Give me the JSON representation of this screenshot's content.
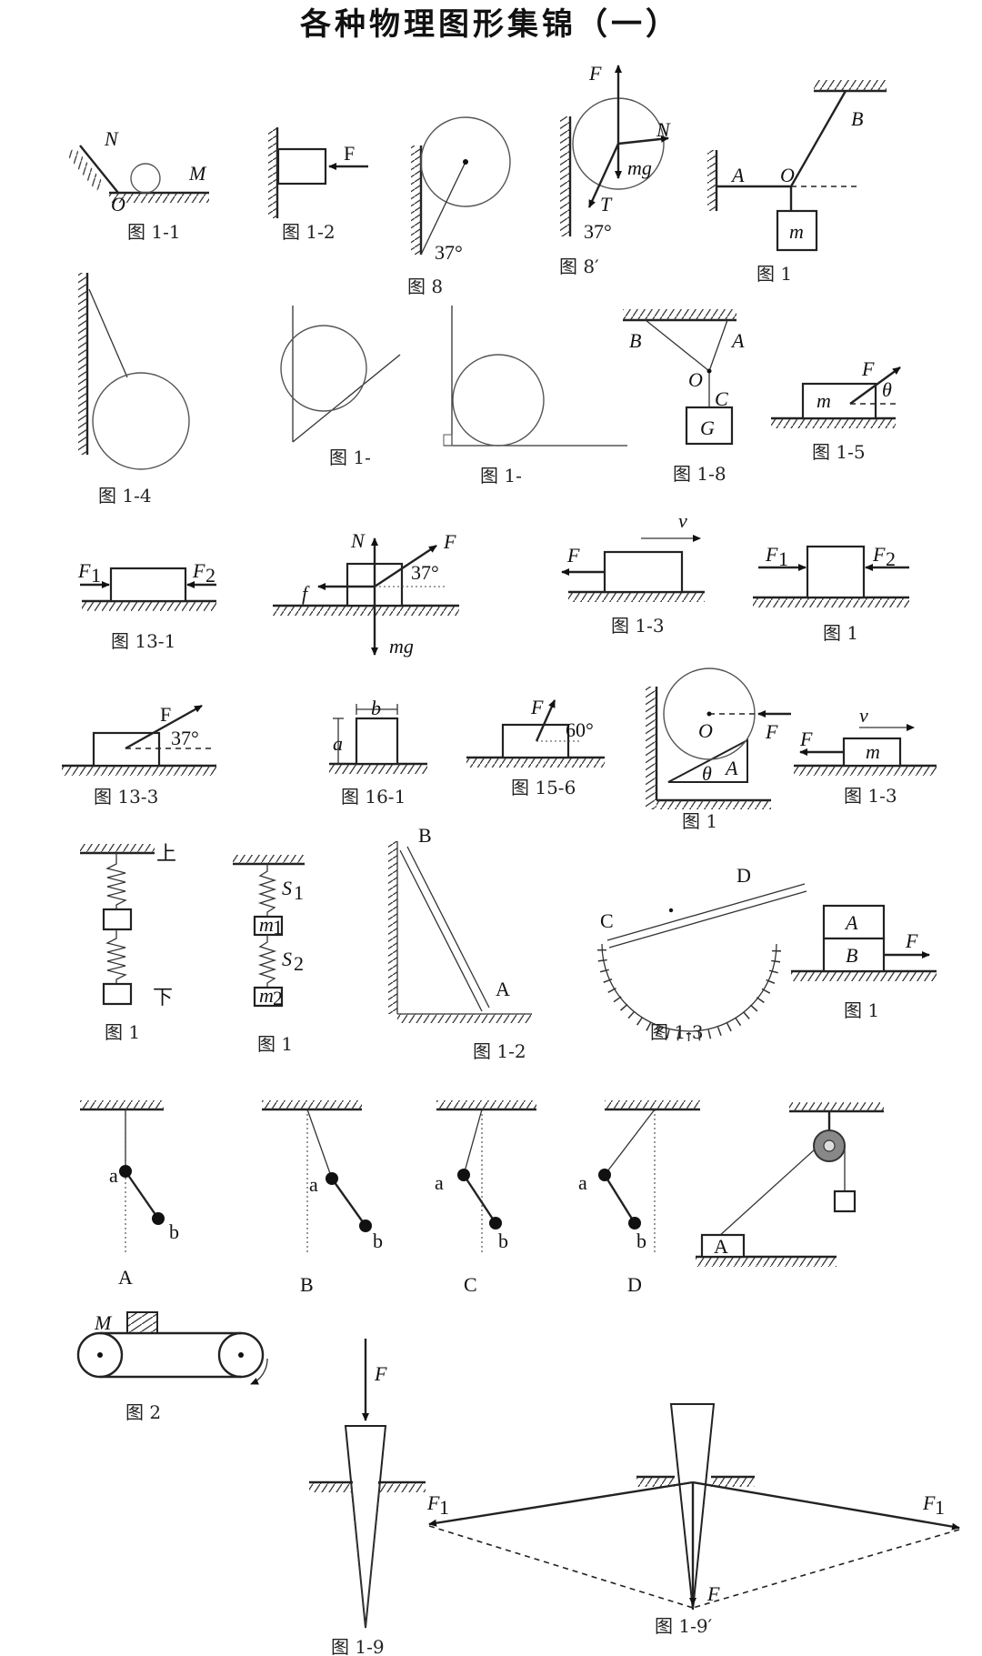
{
  "title": "各种物理图形集锦（一）",
  "captions": {
    "c1": "图 1-1",
    "c2": "图 1-2",
    "c3": "图 8",
    "c4": "图 8′",
    "c5": "图 1",
    "c6": "图 1-4",
    "c7": "图 1-",
    "c8": "图 1-",
    "c9": "图 1-8",
    "c10": "图 1-5",
    "c11": "图 13-1",
    "c12": "图 1-3",
    "c13": "图 1",
    "c14": "图 13-3",
    "c15": "图 16-1",
    "c16": "图 15-6",
    "c17": "图 1",
    "c18": "图 1-3",
    "c19": "图 1",
    "c20": "图 1",
    "c21": "图 1-2",
    "c22": "图 1-3",
    "c23": "图 1",
    "c24": "A",
    "c25": "B",
    "c26": "C",
    "c27": "D",
    "c28": "图 2",
    "c29": "图 1-9",
    "c30": "图 1-9′"
  },
  "labels": {
    "N": "N",
    "O": "O",
    "M": "M",
    "F": "F",
    "deg37": "37°",
    "mg": "mg",
    "T": "T",
    "A": "A",
    "B": "B",
    "m": "m",
    "C": "C",
    "G": "G",
    "theta": "θ",
    "F1": "F",
    "F2": "F",
    "sub1": "1",
    "sub2": "2",
    "f": "f",
    "v": "v",
    "b": "b",
    "a": "a",
    "deg60": "60°",
    "up": "上",
    "down": "下",
    "S": "S",
    "D": "D",
    "Fp": "F"
  }
}
